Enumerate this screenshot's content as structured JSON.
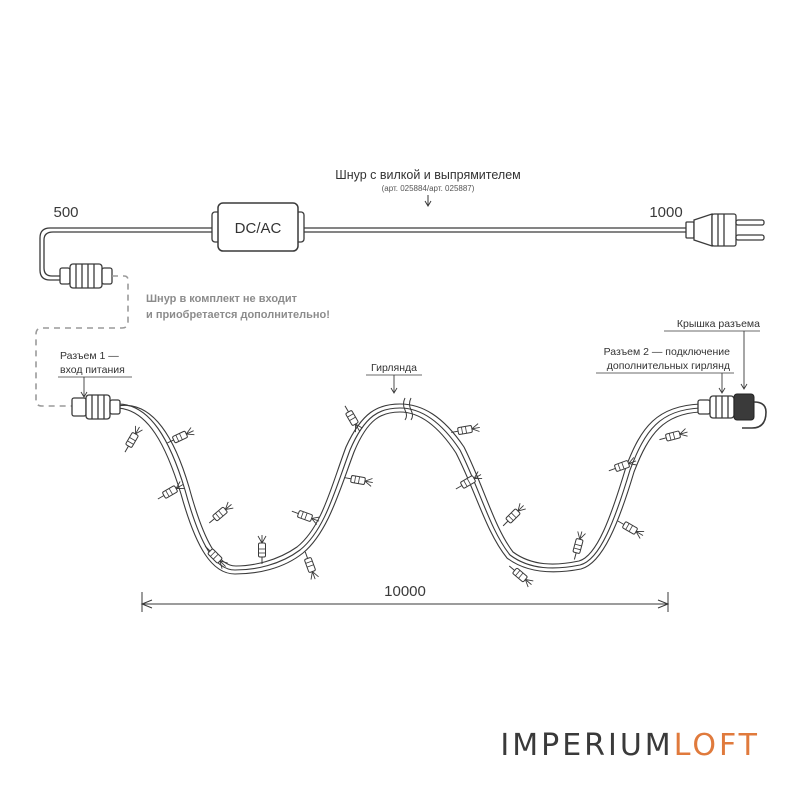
{
  "labels": {
    "cord_title": "Шнур с вилкой и выпрямителем",
    "cord_articles": "(арт. 025884/арт. 025887)",
    "dim_500": "500",
    "dim_1000": "1000",
    "dim_10000": "10000",
    "adapter": "DC/AC",
    "not_included_1": "Шнур в комплект не входит",
    "not_included_2": "и приобретается дополнительно!",
    "cap": "Крышка разъема",
    "connector1_1": "Разъем 1 —",
    "connector1_2": "вход питания",
    "connector2_1": "Разъем 2 — подключение",
    "connector2_2": "дополнительных гирлянд",
    "garland": "Гирлянда"
  },
  "brand": {
    "part1": "IMPERIUM",
    "part2": "LOFT"
  },
  "colors": {
    "line": "#3a3a3a",
    "dashed": "#9a9a9a",
    "brand_dark": "#3a3a3a",
    "brand_accent": "#e07a3c"
  },
  "icons": [
    "plug-icon",
    "adapter-box-icon",
    "connector-icon",
    "cap-icon",
    "led-bulb-icon"
  ]
}
